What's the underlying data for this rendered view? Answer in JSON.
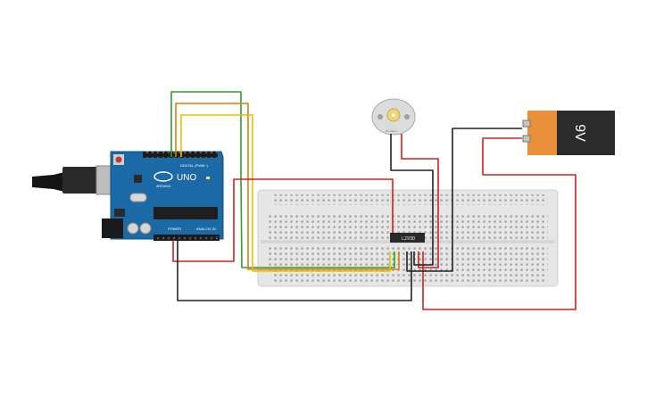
{
  "arduino": {
    "logo_text": "UNO",
    "maker_text": "ARDUINO",
    "digital_label": "DIGITAL (PWM~)",
    "power_label": "POWER",
    "analog_label": "ANALOG IN"
  },
  "motor_driver": {
    "chip_label": "L293D"
  },
  "dc_motor": {
    "caption": "DC Motor"
  },
  "battery": {
    "voltage_label": "9V"
  },
  "wire_colors": {
    "green": "#2e9e2e",
    "orange": "#e07b10",
    "yellow": "#e2c300",
    "red": "#d22020",
    "black": "#222222"
  },
  "colors": {
    "board": "#1b6aa5",
    "breadboard": "#e8e8e8",
    "chip": "#2a2a2a",
    "battery_body": "#2b2b2b",
    "battery_cap": "#e8913a"
  }
}
